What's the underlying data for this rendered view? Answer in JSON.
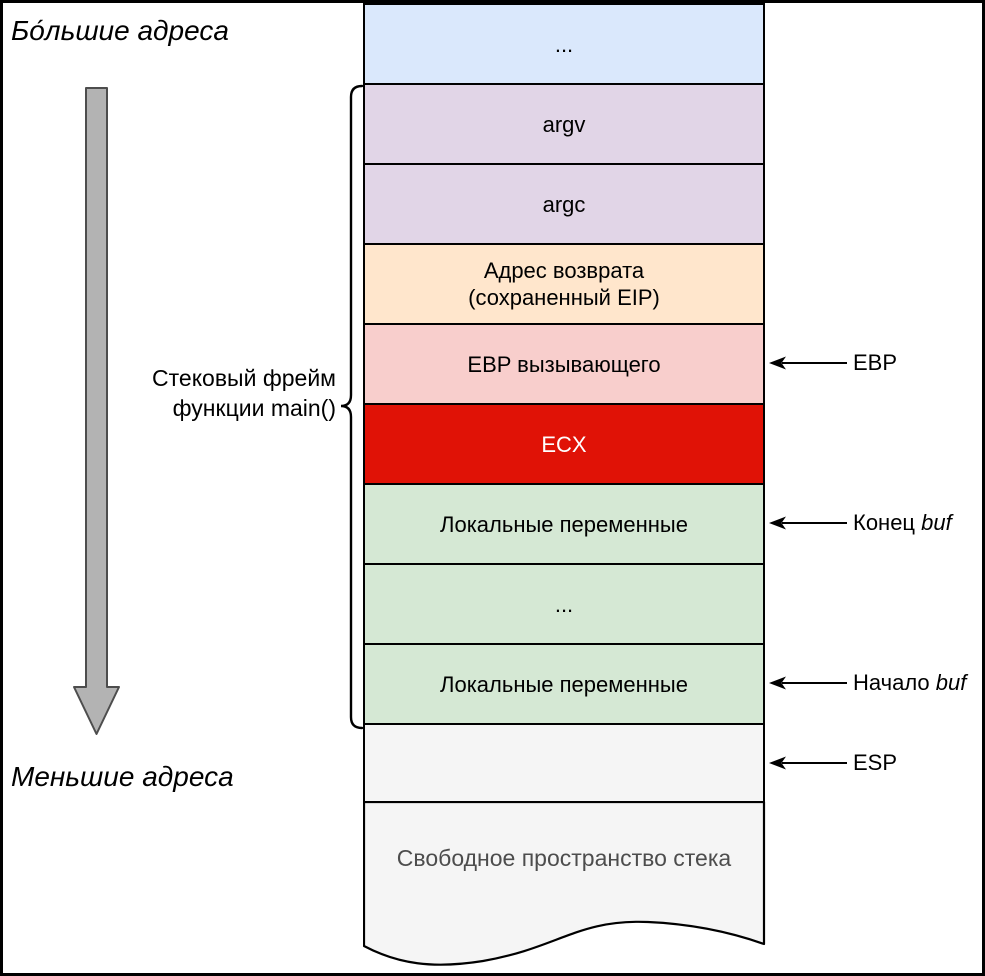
{
  "side_labels": {
    "higher": "Бо́льшие адреса",
    "lower": "Меньшие адреса"
  },
  "frame_label": {
    "line1": "Стековый фрейм",
    "line2": "функции main()"
  },
  "stack": {
    "boxes": [
      {
        "label": "...",
        "bg": "#dae8fc"
      },
      {
        "label": "argv",
        "bg": "#e1d5e7"
      },
      {
        "label": "argc",
        "bg": "#e1d5e7"
      },
      {
        "label": "Адрес возврата\n(сохраненный EIP)",
        "bg": "#ffe6cc"
      },
      {
        "label": "EBP вызывающего",
        "bg": "#f8cecc"
      },
      {
        "label": "ECX",
        "bg": "#e01206",
        "text_color": "#ffffff"
      },
      {
        "label": "Локальные переменные",
        "bg": "#d5e8d4"
      },
      {
        "label": "...",
        "bg": "#d5e8d4"
      },
      {
        "label": "Локальные переменные",
        "bg": "#d5e8d4"
      },
      {
        "label": "",
        "bg": "#f5f5f5"
      }
    ],
    "free_space": {
      "label": "Свободное пространство стека",
      "bg": "#f5f5f5",
      "text_color": "#4d4d4d"
    }
  },
  "pointers": [
    {
      "text": "EBP",
      "italic": ""
    },
    {
      "text": "Конец ",
      "italic": "buf"
    },
    {
      "text": "Начало ",
      "italic": "buf"
    },
    {
      "text": "ESP",
      "italic": ""
    }
  ],
  "colors": {
    "stroke": "#000000",
    "direction_arrow_fill": "#b3b3b3",
    "direction_arrow_stroke": "#4d4d4d"
  }
}
